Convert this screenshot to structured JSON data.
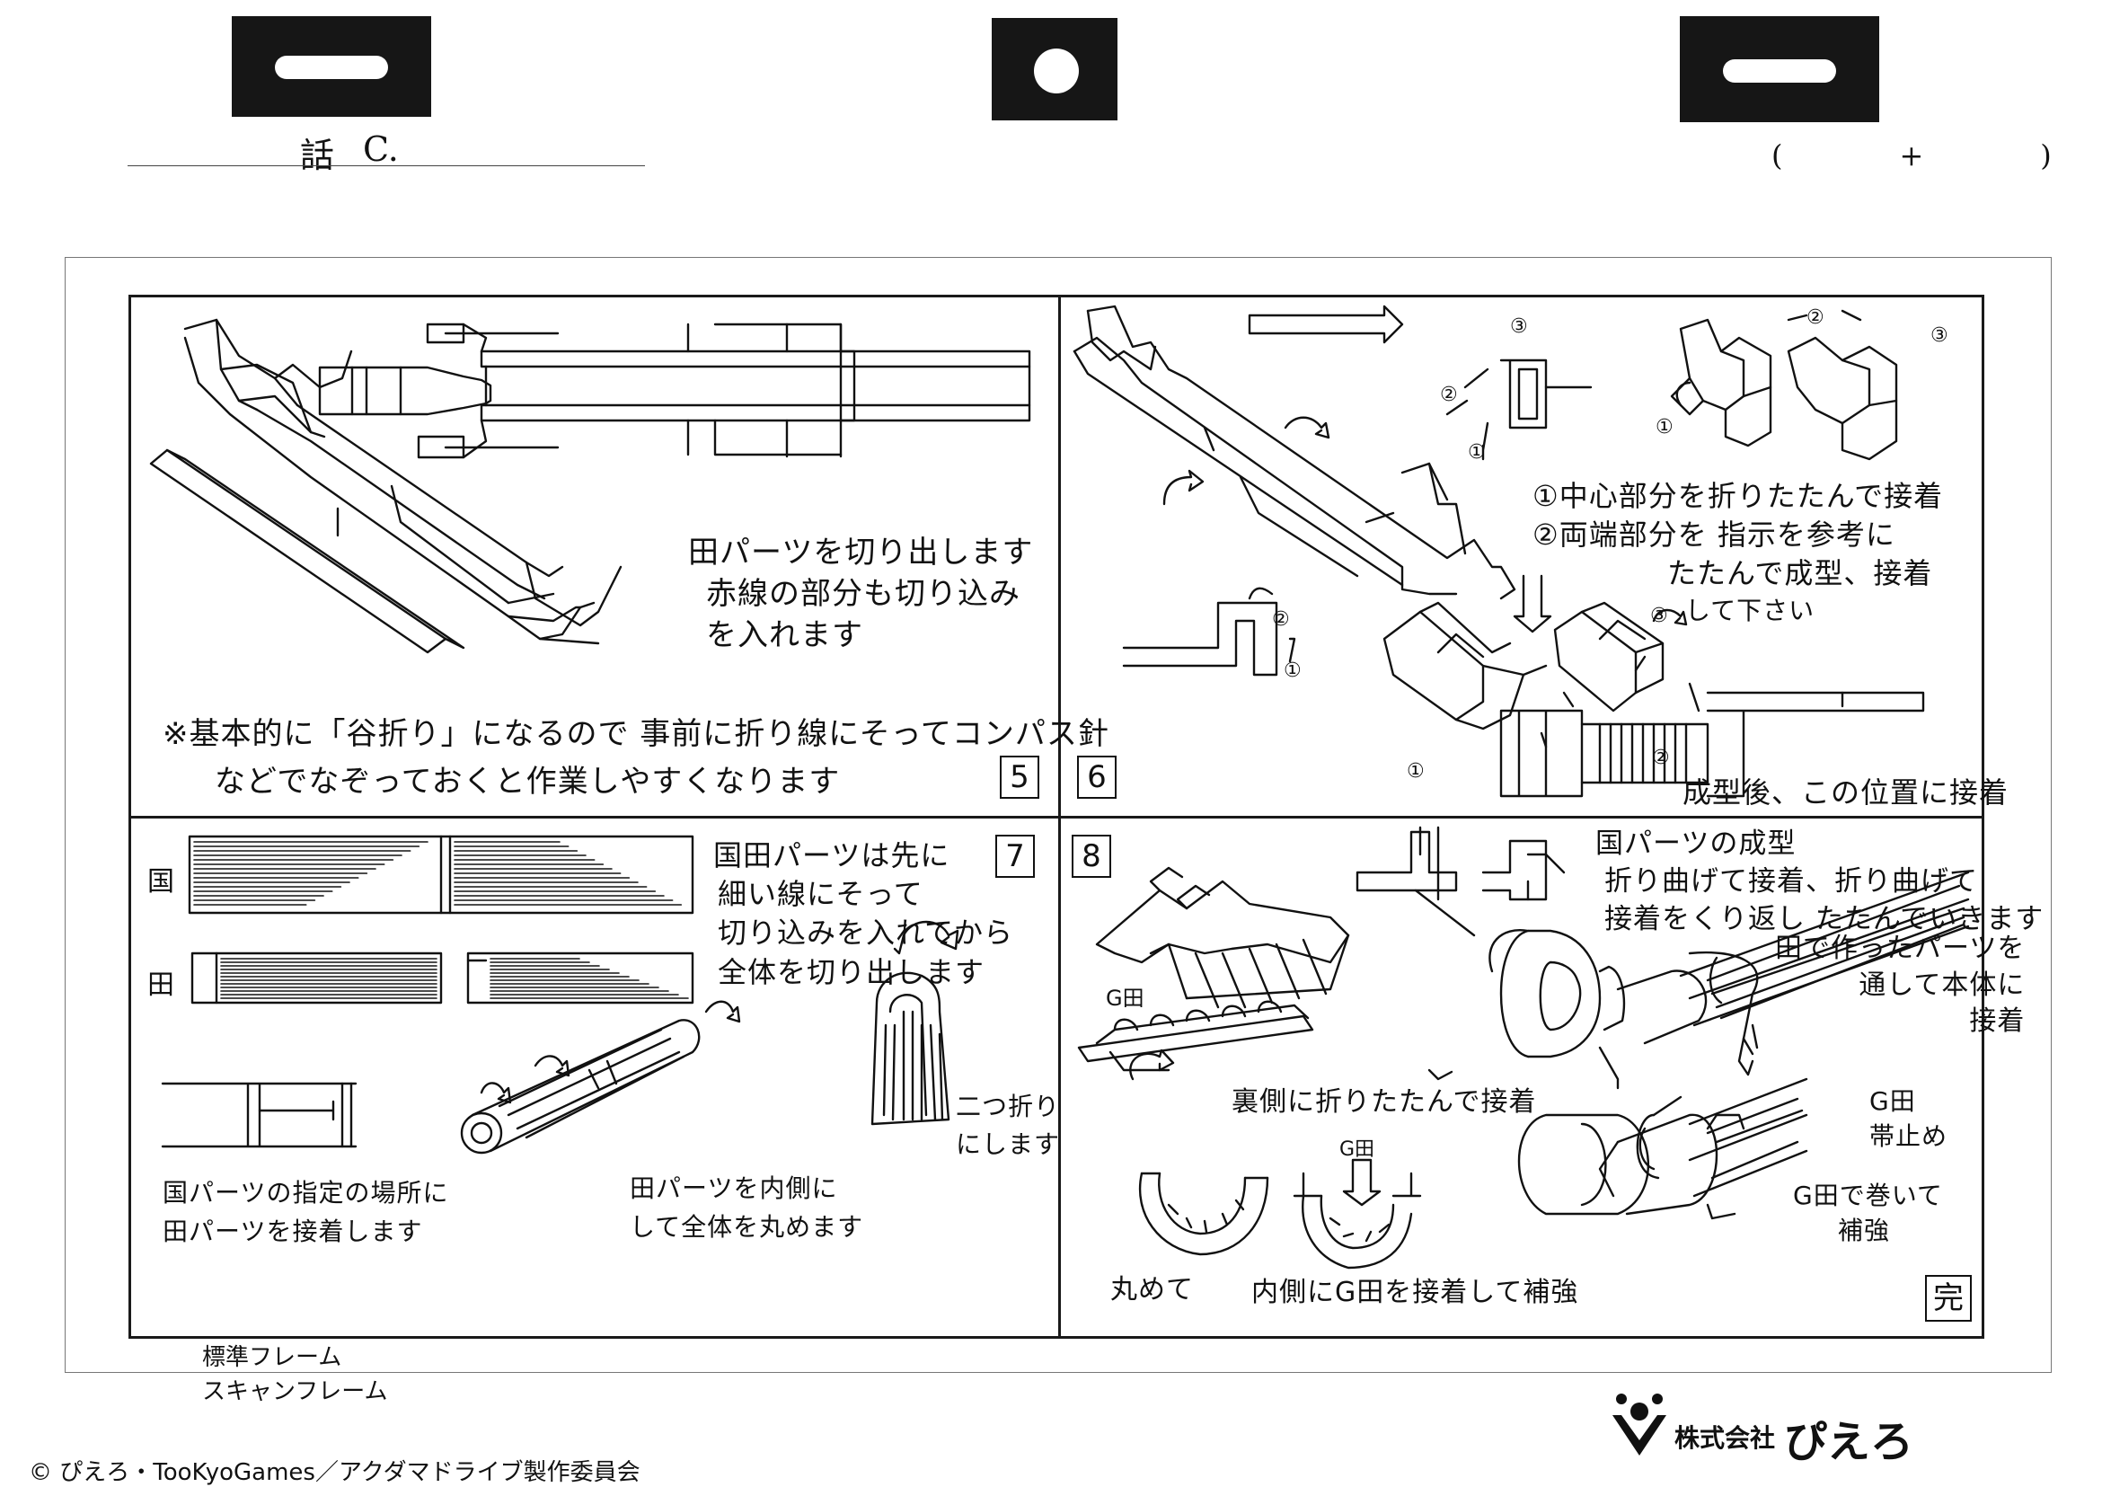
{
  "header": {
    "episode_kanji": "話",
    "cut_label": "C.",
    "page_count": "(　　+　　)"
  },
  "panels": [
    {
      "number": "5",
      "notes": [
        "田パーツを切り出します",
        "赤線の部分も切り込み",
        "を入れます"
      ],
      "bottom_note": [
        "※基本的に「谷折り」になるので 事前に折り線にそってコンパス針",
        "などでなぞっておくと作業しやすくなります"
      ]
    },
    {
      "number": "6",
      "notes": [
        "①中心部分を折りたたんで接着",
        "②両端部分を 指示を参考に",
        "たたんで成型、接着",
        "して下さい"
      ],
      "bottom_note": "成型後、この位置に接着",
      "labels": [
        "①",
        "②",
        "③"
      ]
    },
    {
      "number": "7",
      "notes": [
        "国田パーツは先に",
        "細い線にそって",
        "切り込みを入れてから",
        "全体を切り出します"
      ],
      "side_labels": [
        "国",
        "田"
      ],
      "note_join": [
        "国パーツの指定の場所に",
        "田パーツを接着します"
      ],
      "note_roll": [
        "田パーツを内側に",
        "して全体を丸めます"
      ],
      "note_fold": [
        "二つ折り",
        "にします"
      ]
    },
    {
      "number": "8",
      "end_mark": "完",
      "notes": [
        "国パーツの成型",
        "折り曲げて接着、折り曲げて",
        "接着をくり返し たたんでいきます"
      ],
      "label_g": "G田",
      "note_back": "裏側に折りたたんで接着",
      "label_g2": "G田",
      "note_round": "丸めて",
      "note_inner": "内側にG田を接着して補強",
      "note_pass": [
        "田で作ったパーツを",
        "通して本体に",
        "接着"
      ],
      "note_band": [
        "G田",
        "帯止め"
      ],
      "note_wrap": [
        "G田で巻いて",
        "補強"
      ]
    }
  ],
  "footer": {
    "frame_standard": "標準フレーム",
    "frame_scan": "スキャンフレーム",
    "copyright": "© ぴえろ・TooKyoGames／アクダマドライブ製作委員会",
    "company": "株式会社",
    "brand": "ぴえろ"
  }
}
